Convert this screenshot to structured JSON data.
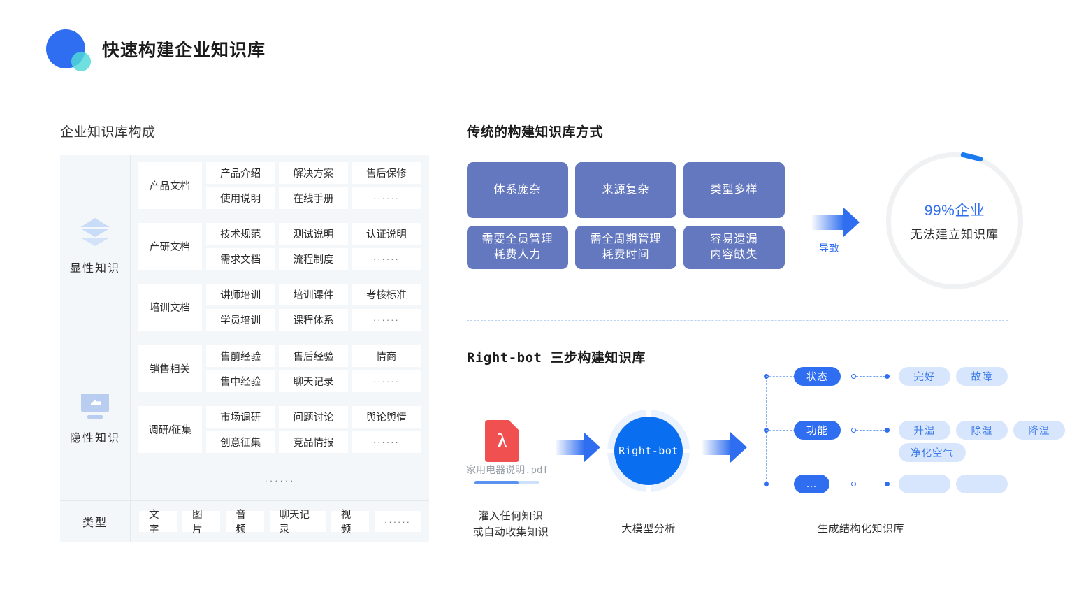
{
  "header": {
    "title": "快速构建企业知识库",
    "logo_primary_color": "#2f6ef0",
    "logo_accent_color": "#4fd8d8"
  },
  "left_panel": {
    "title": "企业知识库构成",
    "categories": [
      {
        "label": "显性知识",
        "icon": "layers-icon",
        "groups": [
          {
            "name": "产品文档",
            "row1": [
              "产品介绍",
              "解决方案",
              "售后保修"
            ],
            "row2": [
              "使用说明",
              "在线手册",
              "······"
            ]
          },
          {
            "name": "产研文档",
            "row1": [
              "技术规范",
              "测试说明",
              "认证说明"
            ],
            "row2": [
              "需求文档",
              "流程制度",
              "······"
            ]
          },
          {
            "name": "培训文档",
            "row1": [
              "讲师培训",
              "培训课件",
              "考核标准"
            ],
            "row2": [
              "学员培训",
              "课程体系",
              "······"
            ]
          }
        ]
      },
      {
        "label": "隐性知识",
        "icon": "monitor-icon",
        "groups": [
          {
            "name": "销售相关",
            "row1": [
              "售前经验",
              "售后经验",
              "情商"
            ],
            "row2": [
              "售中经验",
              "聊天记录",
              "······"
            ]
          },
          {
            "name": "调研/征集",
            "row1": [
              "市场调研",
              "问题讨论",
              "舆论舆情"
            ],
            "row2": [
              "创意征集",
              "竞品情报",
              "······"
            ]
          }
        ],
        "etc": "······"
      }
    ],
    "type_row": {
      "label": "类型",
      "items": [
        "文字",
        "图片",
        "音频",
        "聊天记录",
        "视频",
        "······"
      ]
    }
  },
  "traditional": {
    "title": "传统的构建知识库方式",
    "boxes": [
      "体系庞杂",
      "来源复杂",
      "类型多样",
      "需要全员管理\n耗费人力",
      "需全周期管理\n耗费时间",
      "容易遗漏\n内容缺失"
    ],
    "arrow_label": "导致",
    "result": {
      "percent": "99%企业",
      "sub": "无法建立知识库",
      "ring_accent": "#1a7af0"
    },
    "box_color": "#6478c0"
  },
  "steps": {
    "title": "Right-bot 三步构建知识库",
    "file": {
      "name": "家用电器说明.pdf",
      "type": "pdf",
      "progress_percent": 68
    },
    "engine_label": "Right-bot",
    "labels": [
      "灌入任何知识\n或自动收集知识",
      "大模型分析",
      "生成结构化知识库"
    ],
    "tree": [
      {
        "node": "状态",
        "leaves": [
          [
            "完好",
            "故障"
          ]
        ]
      },
      {
        "node": "功能",
        "leaves": [
          [
            "升温",
            "除湿",
            "降温"
          ],
          [
            "净化空气"
          ]
        ]
      },
      {
        "node": "...",
        "leaves": [
          [
            "",
            ""
          ]
        ]
      }
    ]
  }
}
